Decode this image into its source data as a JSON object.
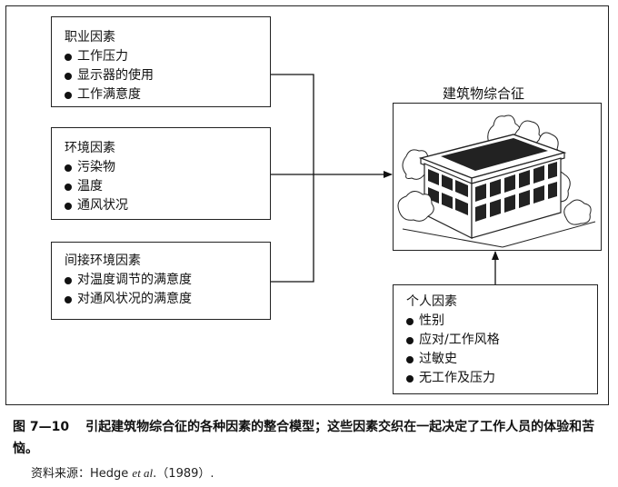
{
  "sbs_title": "建筑物综合征",
  "occupational": {
    "title": "职业因素",
    "items": [
      "工作压力",
      "显示器的使用",
      "工作满意度"
    ]
  },
  "environmental": {
    "title": "环境因素",
    "items": [
      "污染物",
      "温度",
      "通风状况"
    ]
  },
  "indirect": {
    "title": "间接环境因素",
    "items": [
      "对温度调节的满意度",
      "对通风状况的满意度"
    ]
  },
  "personal": {
    "title": "个人因素",
    "items": [
      "性别",
      "应对/工作风格",
      "过敏史",
      "无工作及压力"
    ]
  },
  "building_illustration": "office-building-with-trees",
  "caption": {
    "figure_number": "图 7—10",
    "text": "引起建筑物综合征的各种因素的整合模型；这些因素交织在一起决定了工作人员的体验和苦恼。",
    "source_prefix": "资料来源：Hedge ",
    "source_em": "et al",
    "source_suffix": ".（1989）."
  }
}
